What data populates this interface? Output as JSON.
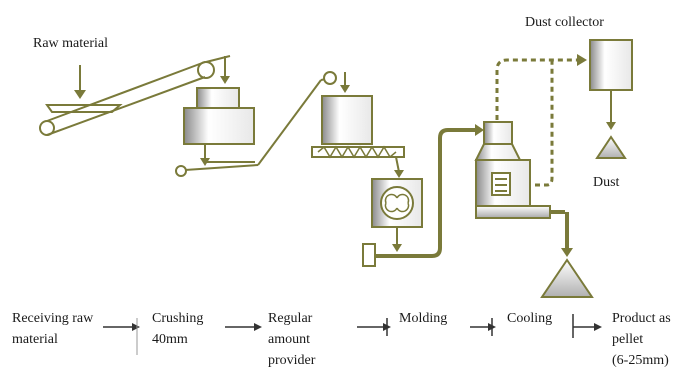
{
  "diagram": {
    "labels": {
      "raw_material": "Raw material",
      "dust_collector": "Dust collector",
      "dust": "Dust"
    },
    "process_steps": [
      {
        "label": "Receiving raw\nmaterial"
      },
      {
        "label": "Crushing\n40mm"
      },
      {
        "label": "Regular\namount\nprovider"
      },
      {
        "label": "Molding"
      },
      {
        "label": "Cooling"
      },
      {
        "label": "Product as\npellet\n(6-25mm)"
      }
    ],
    "colors": {
      "equipment_line": "#7a7a3a",
      "equipment_fill_light": "#ffffff",
      "equipment_fill_dark": "#9a9a9a",
      "text": "#1a1a1a",
      "arrow": "#333333"
    }
  }
}
